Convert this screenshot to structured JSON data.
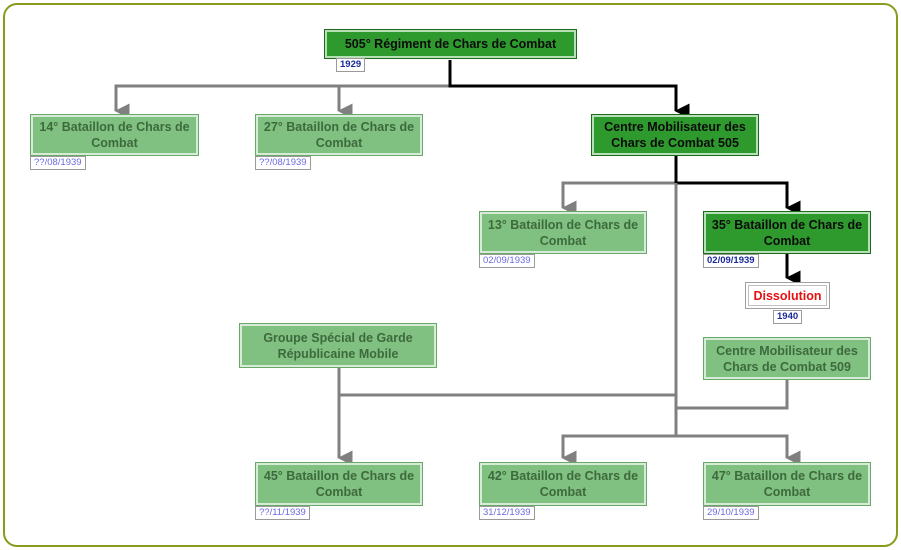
{
  "nodes": {
    "n505": {
      "label": "505° Régiment de Chars de Combat",
      "date": "1929"
    },
    "b14": {
      "label": "14° Bataillon de Chars de Combat",
      "date": "??/08/1939"
    },
    "b27": {
      "label": "27° Bataillon de Chars de Combat",
      "date": "??/08/1939"
    },
    "cm505": {
      "label": "Centre Mobilisateur des Chars de Combat 505"
    },
    "b13": {
      "label": "13° Bataillon de Chars de Combat",
      "date": "02/09/1939"
    },
    "b35": {
      "label": "35° Bataillon de Chars de Combat",
      "date": "02/09/1939"
    },
    "dissolution": {
      "label": "Dissolution",
      "date": "1940"
    },
    "gsgrm": {
      "label": "Groupe Spécial de Garde Républicaine Mobile"
    },
    "cm509": {
      "label": "Centre Mobilisateur des Chars de Combat 509"
    },
    "b45": {
      "label": "45° Bataillon de Chars de Combat",
      "date": "??/11/1939"
    },
    "b42": {
      "label": "42° Bataillon de Chars de Combat",
      "date": "31/12/1939"
    },
    "b47": {
      "label": "47° Bataillon de Chars de Combat",
      "date": "29/10/1939"
    }
  },
  "colors": {
    "active": "#2e9a2e",
    "inactive": "#80c080",
    "frame": "#8a9a1a",
    "dissolution_text": "#e81010",
    "link_active": "#000000",
    "link_inactive": "#808080"
  }
}
